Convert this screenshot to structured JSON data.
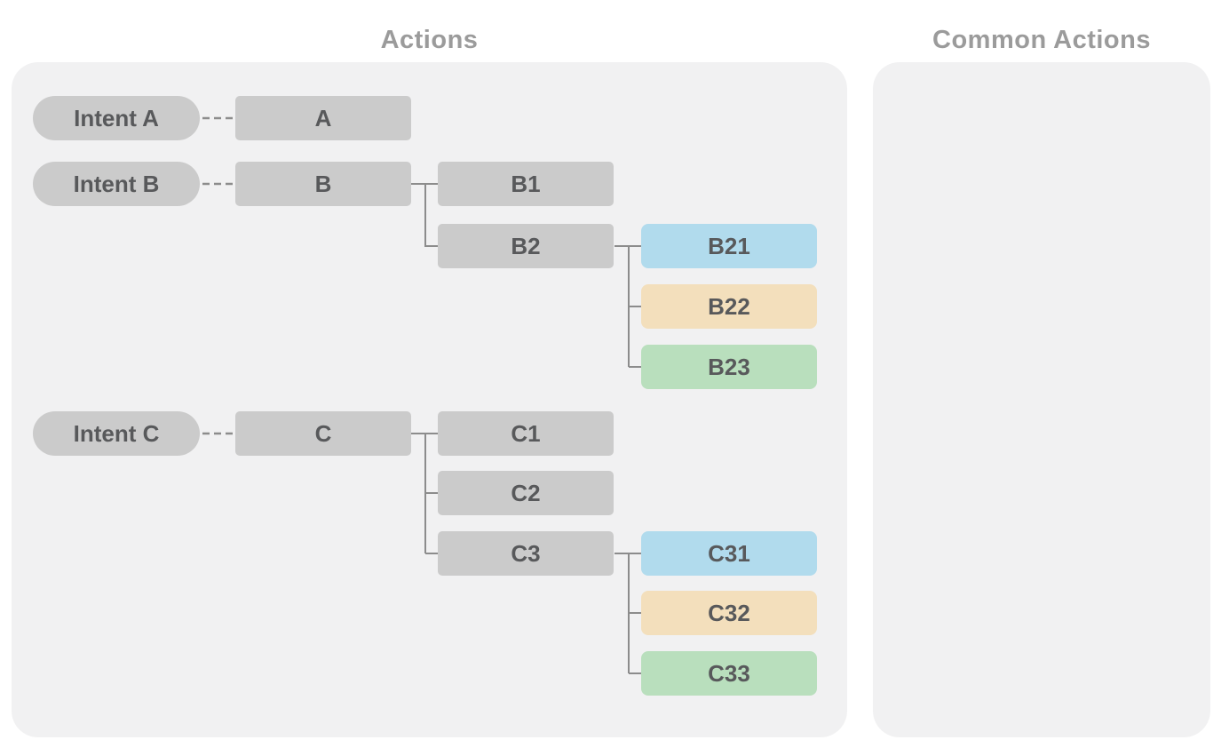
{
  "colors": {
    "panel_bg": "#f1f1f2",
    "node_gray": "#cbcbcb",
    "node_blue": "#b1dbed",
    "node_orange": "#f3dfbc",
    "node_green": "#b9dfbd",
    "node_text": "#58595b",
    "title_text": "#9b9b9b",
    "connector": "#8c8c8c"
  },
  "panels": {
    "actions": {
      "title": "Actions",
      "tree": [
        {
          "intent": "Intent A",
          "action": {
            "label": "A",
            "color": "gray",
            "children": []
          }
        },
        {
          "intent": "Intent B",
          "action": {
            "label": "B",
            "color": "gray",
            "children": [
              {
                "label": "B1",
                "color": "gray",
                "children": []
              },
              {
                "label": "B2",
                "color": "gray",
                "children": [
                  {
                    "label": "B21",
                    "color": "blue"
                  },
                  {
                    "label": "B22",
                    "color": "orange"
                  },
                  {
                    "label": "B23",
                    "color": "green"
                  }
                ]
              }
            ]
          }
        },
        {
          "intent": "Intent C",
          "action": {
            "label": "C",
            "color": "gray",
            "children": [
              {
                "label": "C1",
                "color": "gray",
                "children": []
              },
              {
                "label": "C2",
                "color": "gray",
                "children": []
              },
              {
                "label": "C3",
                "color": "gray",
                "children": [
                  {
                    "label": "C31",
                    "color": "blue"
                  },
                  {
                    "label": "C32",
                    "color": "orange"
                  },
                  {
                    "label": "C33",
                    "color": "green"
                  }
                ]
              }
            ]
          }
        }
      ]
    },
    "common_actions": {
      "title": "Common Actions",
      "items": []
    }
  }
}
